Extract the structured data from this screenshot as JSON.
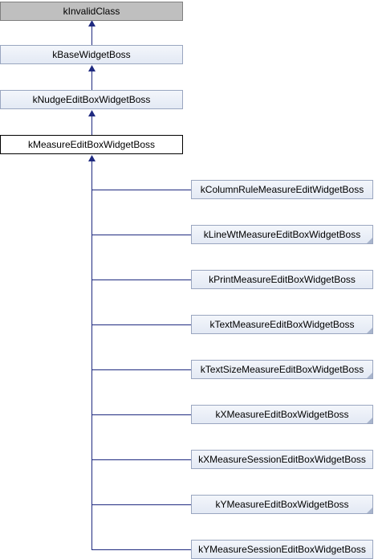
{
  "diagram": {
    "ancestors": [
      "kInvalidClass",
      "kBaseWidgetBoss",
      "kNudgeEditBoxWidgetBoss",
      "kMeasureEditBoxWidgetBoss"
    ],
    "children": [
      "kColumnRuleMeasureEditWidgetBoss",
      "kLineWtMeasureEditBoxWidgetBoss",
      "kPrintMeasureEditBoxWidgetBoss",
      "kTextMeasureEditBoxWidgetBoss",
      "kTextSizeMeasureEditBoxWidgetBoss",
      "kXMeasureEditBoxWidgetBoss",
      "kXMeasureSessionEditBoxWidgetBoss",
      "kYMeasureEditBoxWidgetBoss",
      "kYMeasureSessionEditBoxWidgetBoss"
    ],
    "colors": {
      "edge": "#1f2a80",
      "node_border": "#9aa6c0",
      "root_fill": "#bfbfbf",
      "current_border": "#000000"
    }
  }
}
